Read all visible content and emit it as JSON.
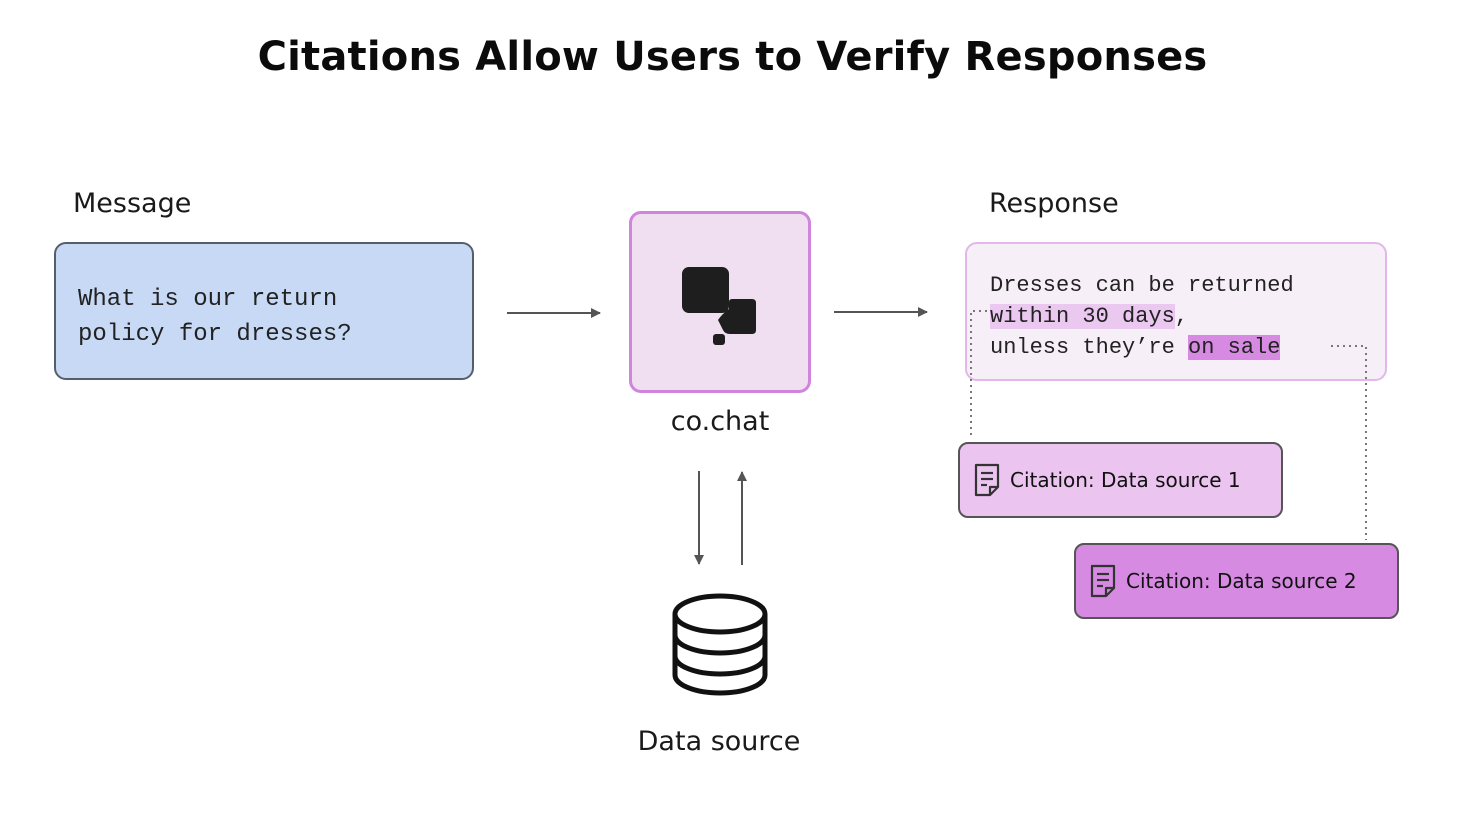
{
  "title": "Citations Allow Users to Verify Responses",
  "message": {
    "label": "Message",
    "text_lines": [
      "What is our return",
      "policy for dresses?"
    ]
  },
  "cochat": {
    "caption": "co.chat",
    "colors": {
      "fill": "#efdff1",
      "border": "#cf85dc"
    },
    "icon": "cohere-logo-icon"
  },
  "datasource": {
    "caption": "Data source",
    "icon": "database-icon"
  },
  "response": {
    "label": "Response",
    "line1": "Dresses can be returned",
    "line2_highlight": "within 30 days",
    "line2_rest": ",",
    "line3_plain": "unless they’re ",
    "line3_highlight": "on sale"
  },
  "citations": [
    {
      "label": "Citation: Data source 1",
      "color": "#ebc4f0",
      "icon": "document-icon"
    },
    {
      "label": "Citation: Data source 2",
      "color": "#d68ae2",
      "icon": "document-icon"
    }
  ],
  "colors": {
    "message_fill": "#c8d9f5",
    "highlight_1": "#ebc8f0",
    "highlight_2": "#d68ae2"
  }
}
